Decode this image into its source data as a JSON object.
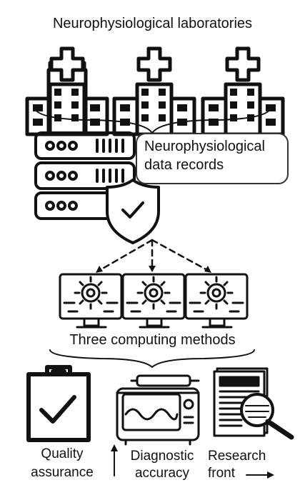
{
  "diagram": {
    "title": "Neurophysiological laboratories",
    "records_label": "Neurophysiological data records",
    "methods_label": "Three computing methods",
    "outputs": {
      "quality": "Quality assurance",
      "diagnostic": "Diagnostic accuracy",
      "research": "Research front"
    },
    "stroke_color": "#111111"
  }
}
